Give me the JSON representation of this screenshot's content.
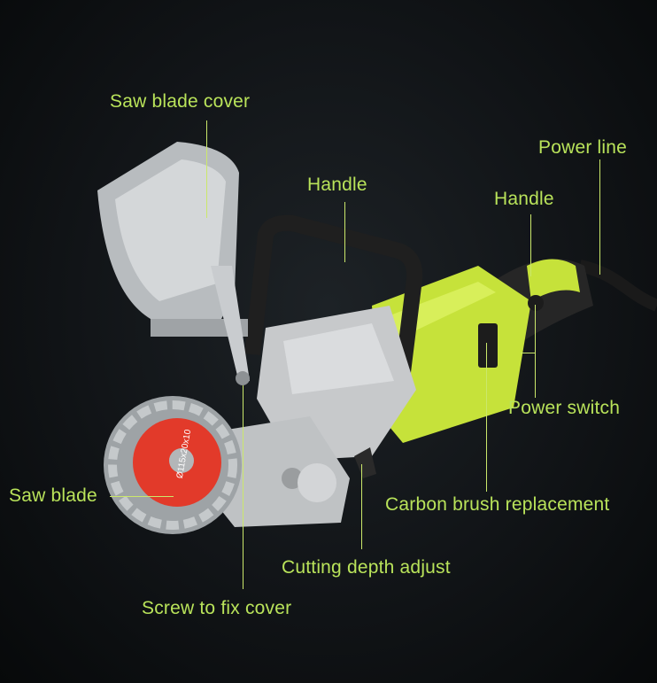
{
  "labels": {
    "saw_blade_cover": "Saw blade cover",
    "handle_top": "Handle",
    "power_line": "Power line",
    "handle_rear": "Handle",
    "power_switch": "Power switch",
    "saw_blade": "Saw blade",
    "carbon_brush": "Carbon brush replacement",
    "cutting_depth": "Cutting depth adjust",
    "screw_cover": "Screw to fix cover"
  },
  "blade_marking": "Ø115x20x10",
  "colors": {
    "label": "#b9e35a",
    "body": "#c6e23a",
    "blade_center": "#e23a2a",
    "metal": "#b8bcbf",
    "background": "#111417"
  }
}
